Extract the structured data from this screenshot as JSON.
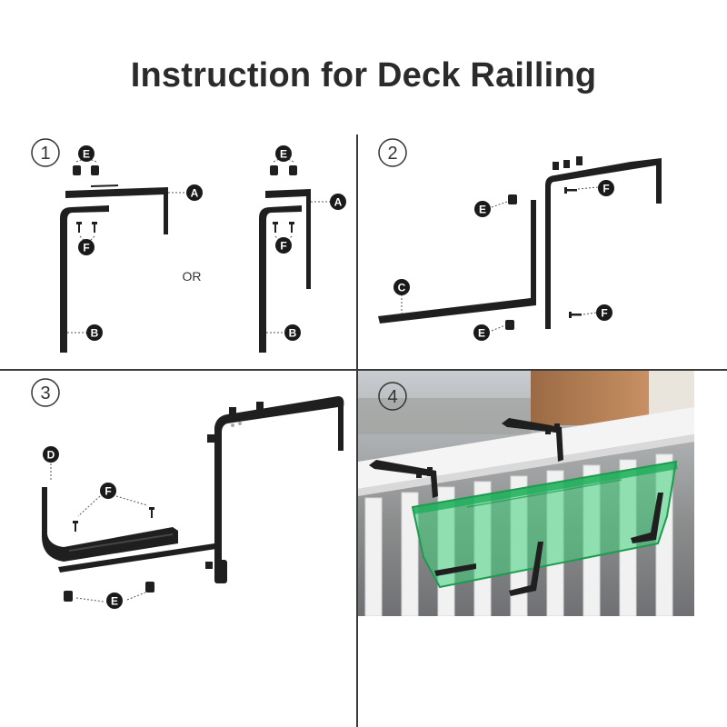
{
  "title": "Instruction for Deck Railling",
  "steps": [
    {
      "number": "1",
      "separator": "OR",
      "labels": {
        "A": "A",
        "B": "B",
        "E": "E",
        "F": "F"
      }
    },
    {
      "number": "2",
      "labels": {
        "C": "C",
        "E": "E",
        "F": "F"
      }
    },
    {
      "number": "3",
      "labels": {
        "D": "D",
        "E": "E",
        "F": "F"
      }
    },
    {
      "number": "4"
    }
  ],
  "colors": {
    "bracket": "#1f1f1f",
    "planter": "#3fd07a",
    "railing": "#f4f4f4",
    "divider": "#3a3a3a"
  }
}
